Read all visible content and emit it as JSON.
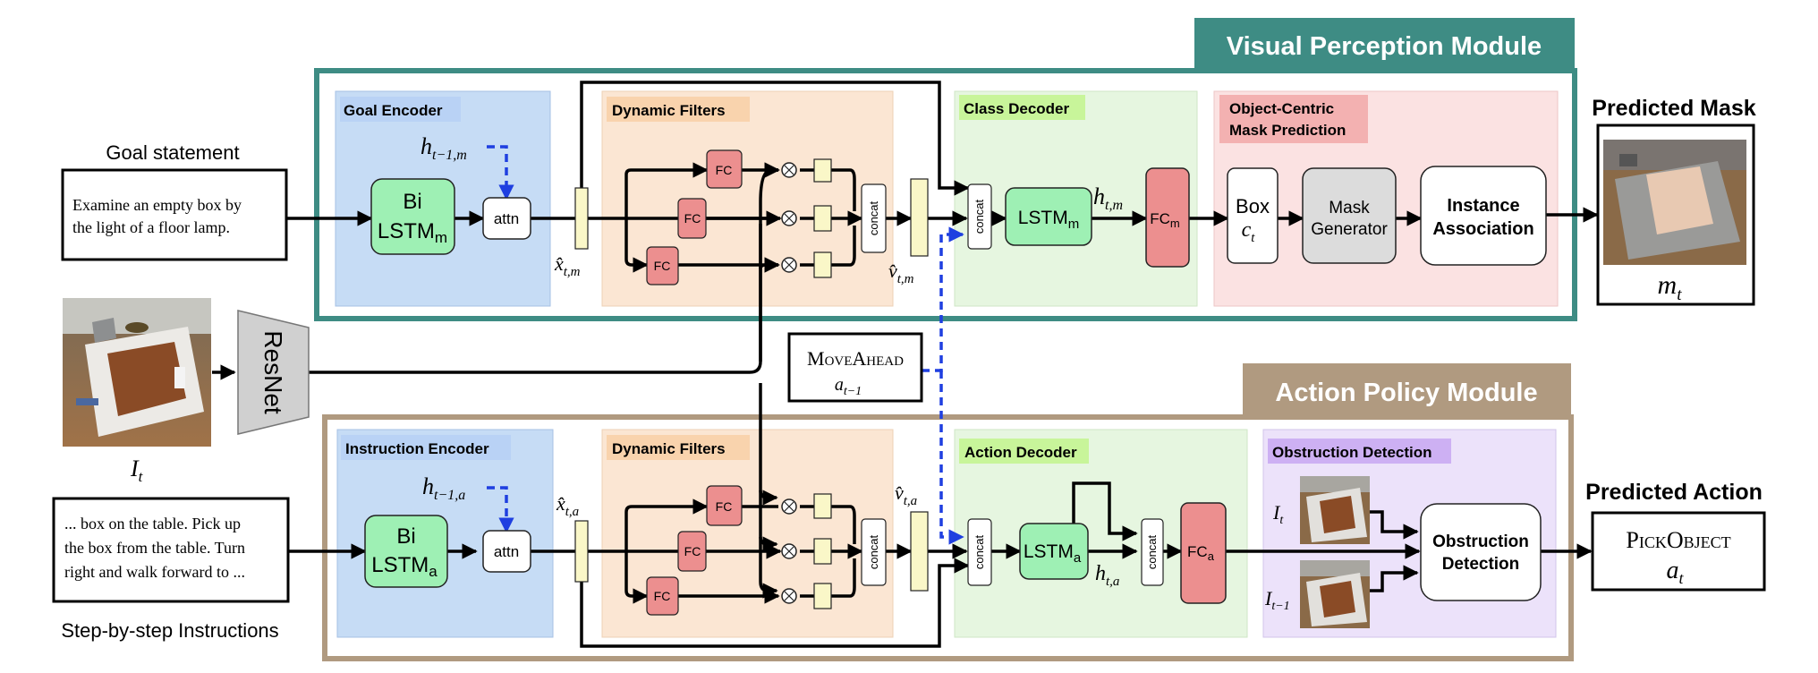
{
  "modules": {
    "visual": "Visual Perception Module",
    "action": "Action Policy Module"
  },
  "inputs": {
    "goal_label": "Goal statement",
    "goal_text_1": "Examine an empty box by",
    "goal_text_2": "the light of a floor lamp.",
    "image_label": "I",
    "image_sub": "t",
    "instr_text_1": "... box on the table. Pick up",
    "instr_text_2": "the box from the table. Turn",
    "instr_text_3": "right and walk forward to ...",
    "instr_label": "Step-by-step Instructions",
    "resnet": "ResNet"
  },
  "visual_module": {
    "goal_encoder": "Goal Encoder",
    "bi": "Bi",
    "lstm": "LSTM",
    "lstm_sub": "m",
    "h_prev": "h",
    "h_prev_sub": "t−1,m",
    "attn": "attn",
    "x_hat": "x̂",
    "x_hat_sub": "t,m",
    "dynamic_filters": "Dynamic Filters",
    "fc": "FC",
    "concat": "concat",
    "v_hat": "v̂",
    "v_hat_sub": "t,m",
    "class_decoder": "Class Decoder",
    "h_t": "h",
    "h_t_sub": "t,m",
    "fc_m": "FC",
    "fc_m_sub": "m",
    "ocmp_1": "Object-Centric",
    "ocmp_2": "Mask Prediction",
    "box": "Box",
    "box_c": "c",
    "box_c_sub": "t",
    "mask_gen_1": "Mask",
    "mask_gen_2": "Generator",
    "inst_1": "Instance",
    "inst_2": "Association"
  },
  "prev_action": {
    "name": "MoveAhead",
    "var": "a",
    "var_sub": "t−1"
  },
  "action_module": {
    "instruction_encoder": "Instruction Encoder",
    "bi": "Bi",
    "lstm": "LSTM",
    "lstm_sub": "a",
    "h_prev": "h",
    "h_prev_sub": "t−1,a",
    "attn": "attn",
    "x_hat": "x̂",
    "x_hat_sub": "t,a",
    "dynamic_filters": "Dynamic Filters",
    "fc": "FC",
    "concat": "concat",
    "v_hat": "v̂",
    "v_hat_sub": "t,a",
    "action_decoder": "Action Decoder",
    "h_t": "h",
    "h_t_sub": "t,a",
    "fc_a": "FC",
    "fc_a_sub": "a",
    "obstruction": "Obstruction Detection",
    "obs_box_1": "Obstruction",
    "obs_box_2": "Detection",
    "i_t": "I",
    "i_t_sub": "t",
    "i_prev": "I",
    "i_prev_sub": "t−1"
  },
  "outputs": {
    "mask_title": "Predicted Mask",
    "mask_var": "m",
    "mask_var_sub": "t",
    "action_title": "Predicted Action",
    "action_name": "PickObject",
    "action_var": "a",
    "action_var_sub": "t"
  },
  "colors": {
    "visual_frame": "#3e8c84",
    "action_frame": "#b09a80",
    "encoder_bg": "#c6dcf5",
    "filters_bg": "#fbe6d3",
    "decoder_bg": "#e6f6e0",
    "mask_pred_bg": "#fbe2e2",
    "obstruction_bg": "#ece2fa",
    "lstm_green": "#9ef0b4",
    "fc_red": "#ec8f8f",
    "tag_blue": "#b9d2f5",
    "tag_orange": "#f9d3ad",
    "tag_green": "#c8f59a",
    "tag_pink": "#f3b1b1",
    "tag_purple": "#cdb0f3",
    "dashed_blue": "#1f3fe0"
  }
}
